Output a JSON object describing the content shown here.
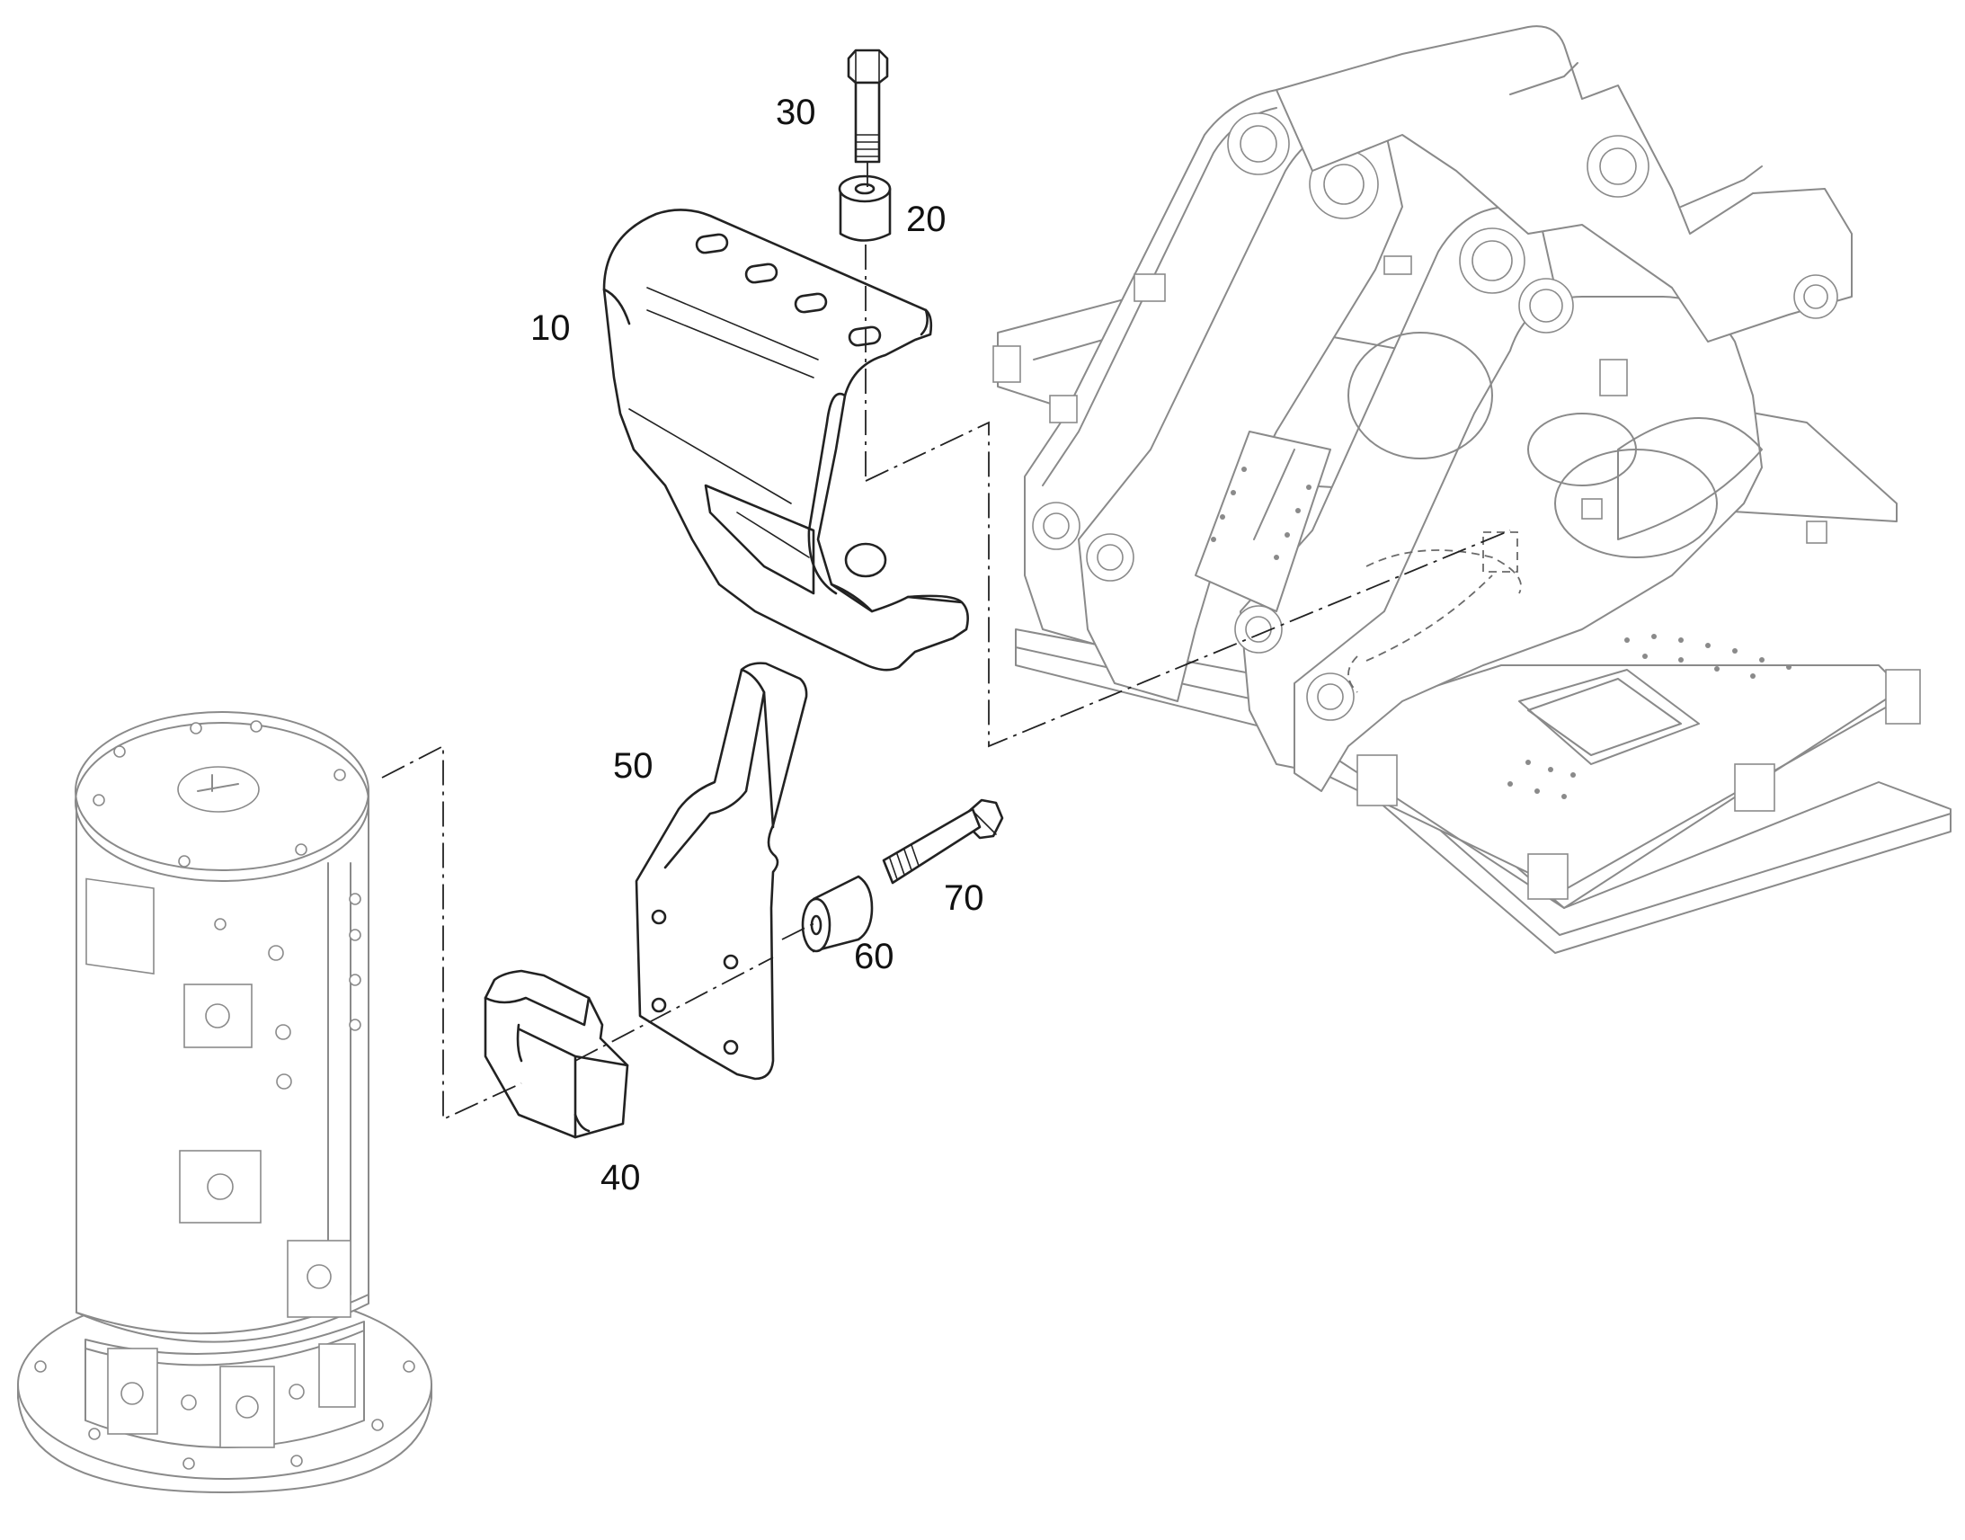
{
  "callouts": [
    {
      "id": "10",
      "text": "10"
    },
    {
      "id": "20",
      "text": "20"
    },
    {
      "id": "30",
      "text": "30"
    },
    {
      "id": "40",
      "text": "40"
    },
    {
      "id": "50",
      "text": "50"
    },
    {
      "id": "60",
      "text": "60"
    },
    {
      "id": "70",
      "text": "70"
    }
  ],
  "colors": {
    "line": "#222222",
    "ghost_line": "#8a8a8a",
    "background": "#ffffff"
  }
}
